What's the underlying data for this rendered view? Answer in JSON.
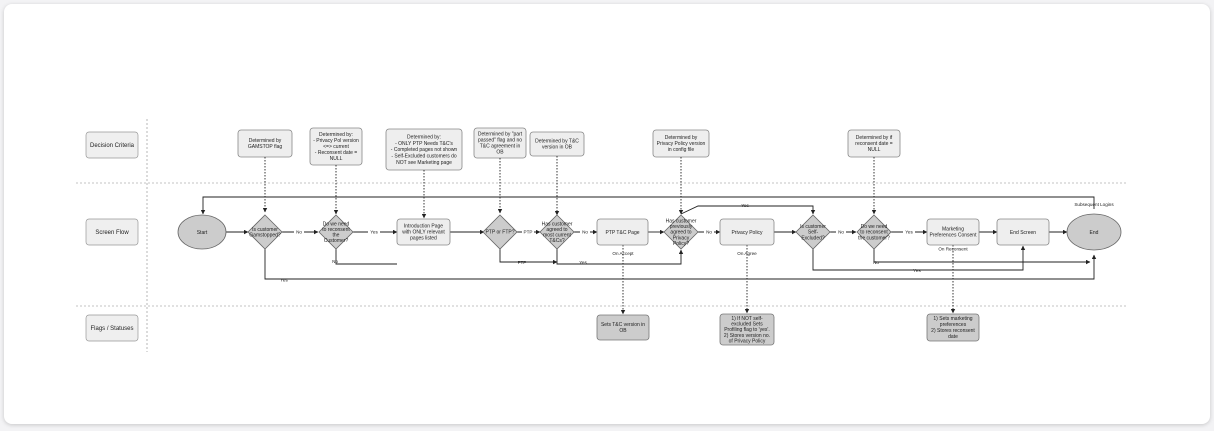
{
  "lanes": {
    "decision": "Decision Criteria",
    "screen": "Screen Flow",
    "flags": "Flags / Statuses"
  },
  "nodes": {
    "start": "Start",
    "gamstop_q": [
      "Is customer",
      "Gamstopped?"
    ],
    "reconsent_q1": [
      "Do we need",
      "to reconsent",
      "the",
      "Customer?"
    ],
    "intro_page": [
      "Introduction Page",
      "with ONLY relevant",
      "pages listed"
    ],
    "ptp_q": [
      "PTP or FTP?"
    ],
    "tc_q": [
      "Has customer",
      "agreed to",
      "most current",
      "T&Cs?"
    ],
    "ptp_tc_page": "PTP T&C Page",
    "privacy_q": [
      "Has customer",
      "previously",
      "agreed to",
      "Privacy",
      "Policy?"
    ],
    "privacy_page": "Privacy Policy",
    "self_excluded_q": [
      "Is customer",
      "Self-",
      "Excluded?"
    ],
    "reconsent_q2": [
      "Do we need",
      "to reconsent",
      "the customer?"
    ],
    "marketing": [
      "Marketing",
      "Preferences Consent"
    ],
    "end_screen": "End Screen",
    "end": "End"
  },
  "criteria": {
    "gamstop": [
      "Determined by",
      "GAMSTOP flag"
    ],
    "privacy_version": [
      "Determined by:",
      "- Privacy Pol version",
      "<=> current",
      "- Reconsent date =",
      "NULL"
    ],
    "ptp_tc": [
      "Determined by:",
      "- ONLY PTP Needs T&C's",
      "- Completed pages not shown",
      "- Self-Excluded customers do",
      "NOT see Marketing page"
    ],
    "part_passed": [
      "Determined by \"part",
      "passed\" flag and no",
      "T&C agreement in",
      "OB"
    ],
    "tc_version": [
      "Determined by T&C",
      "version in OB"
    ],
    "config_file": [
      "Determined by",
      "Privacy Policy version",
      "in config file"
    ],
    "reconsent_date": [
      "Determined by if",
      "reconsent date =",
      "NULL"
    ]
  },
  "flags": {
    "tc_version": [
      "Sets T&C version in",
      "OB"
    ],
    "privacy": [
      "1) If NOT self-",
      "excluded Sets",
      "Profiling flag to 'yes'.",
      "2) Stores version no.",
      "of Privacy Policy"
    ],
    "marketing": [
      "1) Sets marketing",
      "preferences",
      "2) Stores reconsent",
      "date"
    ]
  },
  "edge_labels": {
    "no": "No",
    "yes": "Yes",
    "ptp": "PTP",
    "ftp": "FTP",
    "on_accept": "On Accept",
    "on_agree": "On Agree",
    "on_reconsent": "On Reconsent",
    "subsequent_logins": "Subsequent Logins"
  }
}
